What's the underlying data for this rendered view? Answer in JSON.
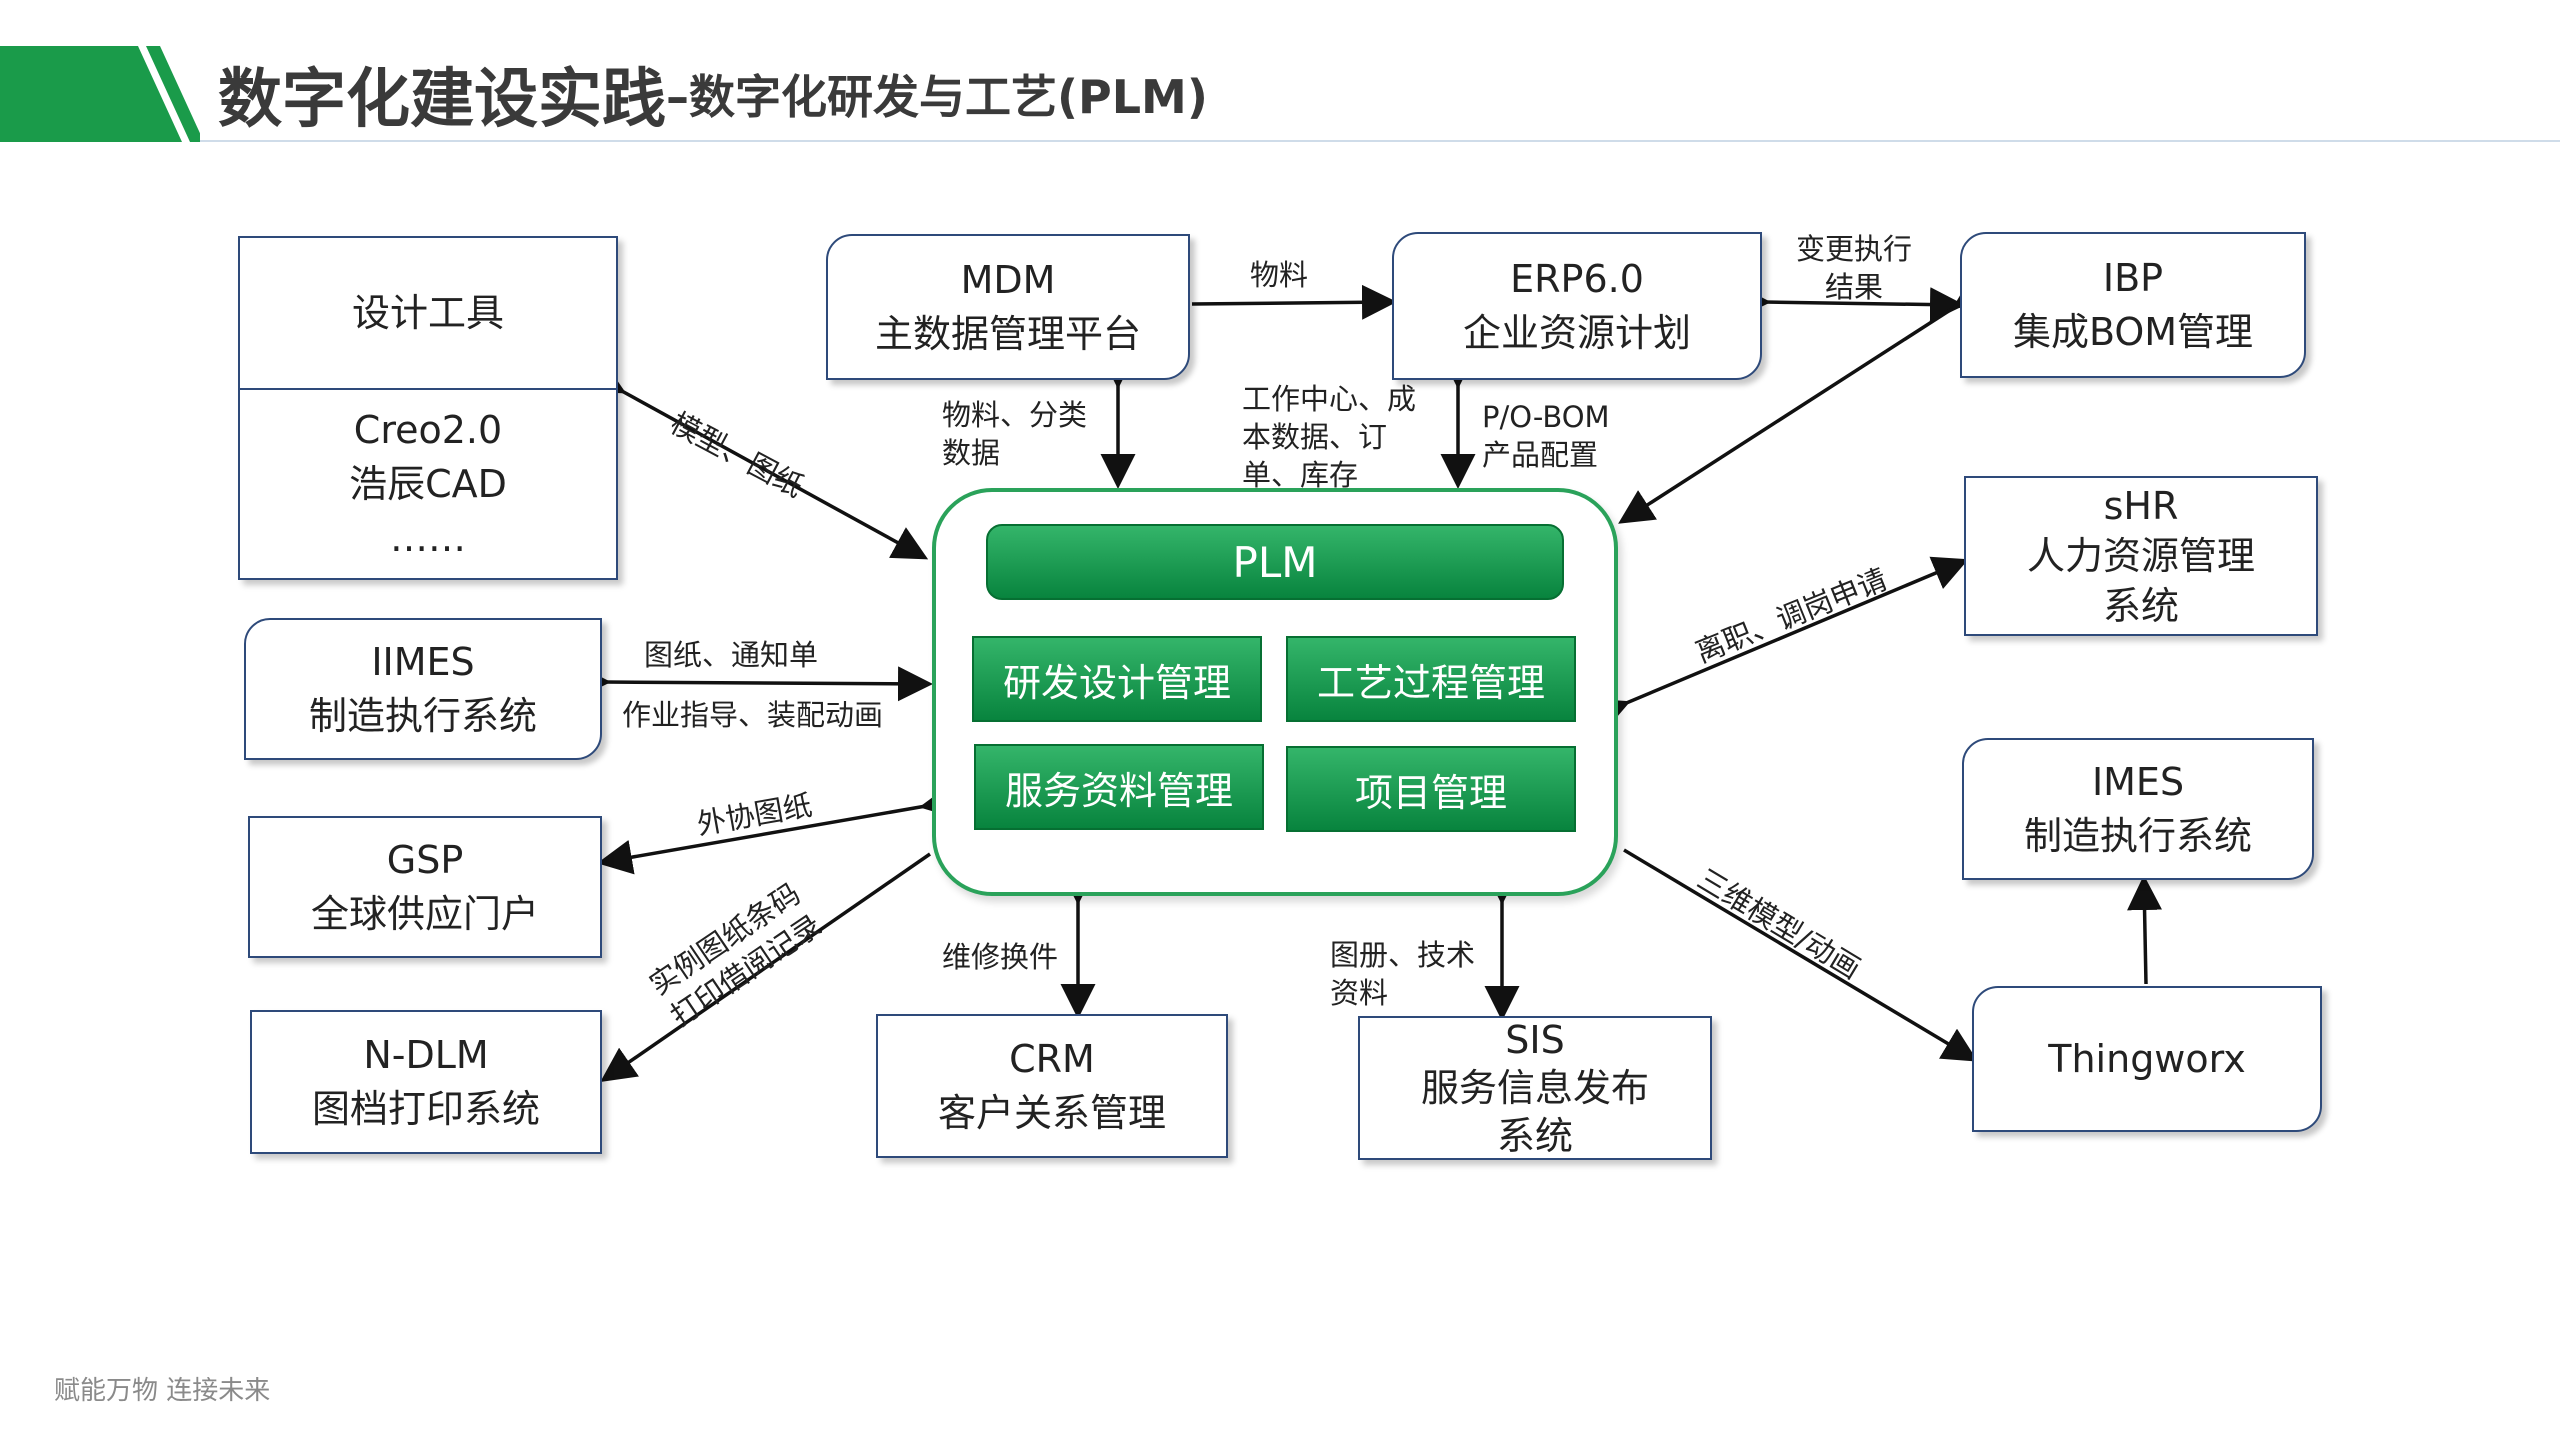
{
  "header": {
    "title_main": "数字化建设实践",
    "title_sub": "–数字化研发与工艺(PLM)"
  },
  "colors": {
    "accent": "#1a9b4a",
    "box_border": "#2e4a7a",
    "plm_green": "#0a8a3f"
  },
  "boxes": {
    "design_tools": {
      "title": "设计工具",
      "lines": [
        "Creo2.0",
        "浩辰CAD",
        "……"
      ]
    },
    "mdm": {
      "lines": [
        "MDM",
        "主数据管理平台"
      ]
    },
    "erp": {
      "lines": [
        "ERP6.0",
        "企业资源计划"
      ]
    },
    "ibp": {
      "lines": [
        "IBP",
        "集成BOM管理"
      ]
    },
    "iimes": {
      "lines": [
        "IIMES",
        "制造执行系统"
      ]
    },
    "gsp": {
      "lines": [
        "GSP",
        "全球供应门户"
      ]
    },
    "ndlm": {
      "lines": [
        "N-DLM",
        "图档打印系统"
      ]
    },
    "crm": {
      "lines": [
        "CRM",
        "客户关系管理"
      ]
    },
    "sis": {
      "lines": [
        "SIS",
        "服务信息发布",
        "系统"
      ]
    },
    "shr": {
      "lines": [
        "sHR",
        "人力资源管理",
        "系统"
      ]
    },
    "imes": {
      "lines": [
        "IMES",
        "制造执行系统"
      ]
    },
    "thingworx": {
      "lines": [
        "Thingworx"
      ]
    }
  },
  "plm": {
    "title": "PLM",
    "modules": [
      "研发设计管理",
      "工艺过程管理",
      "服务资料管理",
      "项目管理"
    ]
  },
  "links": {
    "design_tools": "模型、图纸",
    "mdm": [
      "物料、分类",
      "数据"
    ],
    "mdm_erp": "物料",
    "erp_plm_left": [
      "工作中心、成",
      "本数据、订",
      "单、库存"
    ],
    "erp_plm_right": [
      "P/O-BOM",
      "产品配置"
    ],
    "erp_ibp": [
      "变更执行",
      "结果"
    ],
    "iimes_top": "图纸、通知单",
    "iimes_bottom": "作业指导、装配动画",
    "gsp": "外协图纸",
    "ndlm": [
      "实例图纸条码",
      "打印借阅记录"
    ],
    "crm": "维修换件",
    "sis": [
      "图册、技术",
      "资料"
    ],
    "shr": "离职、调岗申请",
    "thingworx": "三维模型/动画"
  },
  "footer": "赋能万物  连接未来"
}
